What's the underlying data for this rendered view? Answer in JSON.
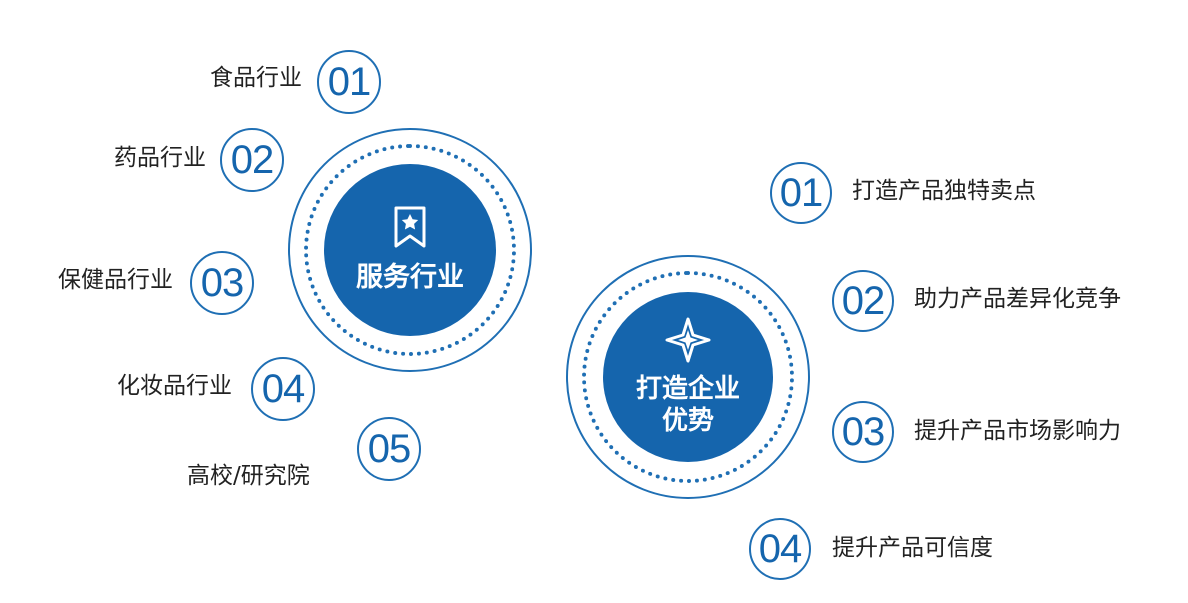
{
  "colors": {
    "primary": "#1565ad",
    "ring": "#1f6fb4",
    "text": "#222222"
  },
  "left_hub": {
    "title": "服务行业",
    "icon": "ribbon-badge-icon",
    "items": [
      {
        "num": "01",
        "label": "食品行业"
      },
      {
        "num": "02",
        "label": "药品行业"
      },
      {
        "num": "03",
        "label": "保健品行业"
      },
      {
        "num": "04",
        "label": "化妆品行业"
      },
      {
        "num": "05",
        "label": "高校/研究院"
      }
    ]
  },
  "right_hub": {
    "title_line1": "打造企业",
    "title_line2": "优势",
    "icon": "sparkle-star-icon",
    "items": [
      {
        "num": "01",
        "label": "打造产品独特卖点"
      },
      {
        "num": "02",
        "label": "助力产品差异化竞争"
      },
      {
        "num": "03",
        "label": "提升产品市场影响力"
      },
      {
        "num": "04",
        "label": "提升产品可信度"
      }
    ]
  }
}
